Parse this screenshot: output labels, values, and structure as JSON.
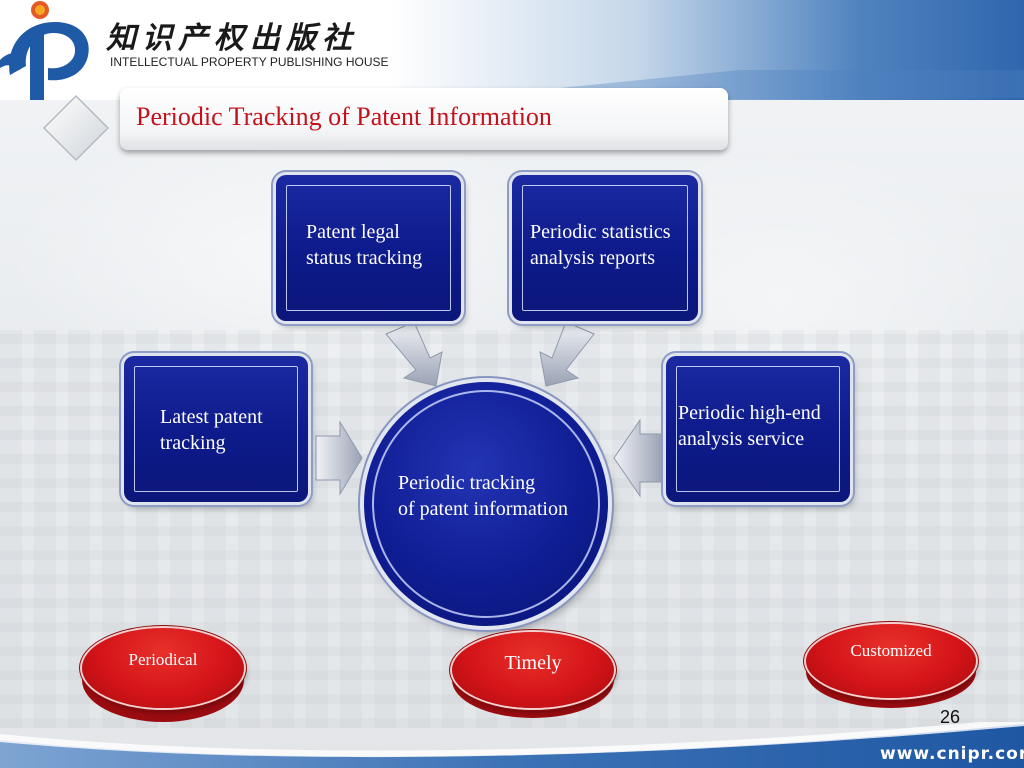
{
  "header": {
    "brand_cn": "知识产权出版社",
    "brand_en": "INTELLECTUAL PROPERTY PUBLISHING HOUSE"
  },
  "slide": {
    "title": "Periodic Tracking of Patent Information",
    "page_number": "26",
    "url": "www.cnipr.cor"
  },
  "diagram": {
    "center": "Periodic tracking\nof patent information",
    "boxes": {
      "legal_status": "Patent legal\nstatus tracking",
      "statistics": "Periodic statistics\nanalysis reports",
      "latest": "Latest patent\ntracking",
      "high_end": "Periodic high-end\nanalysis service"
    },
    "tags": {
      "periodical": "Periodical",
      "timely": "Timely",
      "customized": "Customized"
    }
  },
  "colors": {
    "title_red": "#c4121c",
    "box_blue": "#0d1a8a",
    "pill_red": "#d41418",
    "header_blue": "#2f66ad"
  }
}
